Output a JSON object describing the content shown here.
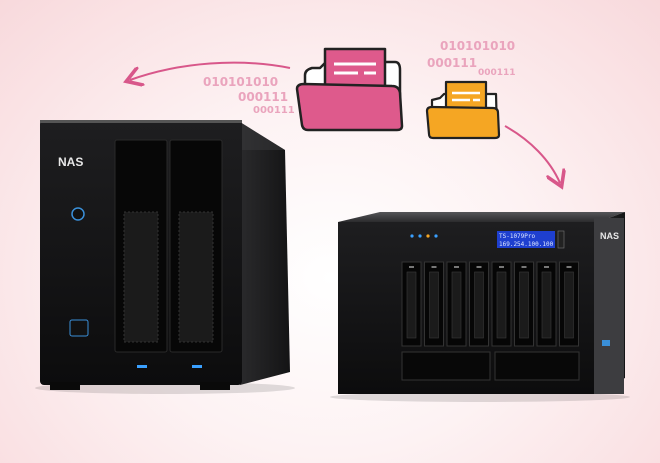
{
  "illustration": {
    "binary_left": [
      "010101010",
      "000111",
      "000111"
    ],
    "binary_right": [
      "010101010",
      "000111",
      "000111"
    ],
    "nas_left": {
      "label": "NAS"
    },
    "nas_right": {
      "label": "NAS",
      "lcd_line1": "TS-1079Pro",
      "lcd_line2": "169.254.100.100"
    },
    "colors": {
      "pink_folder": "#de5a8c",
      "orange_folder": "#f5a623",
      "arrow": "#d8578a",
      "binary": "#eaa4bd"
    }
  }
}
